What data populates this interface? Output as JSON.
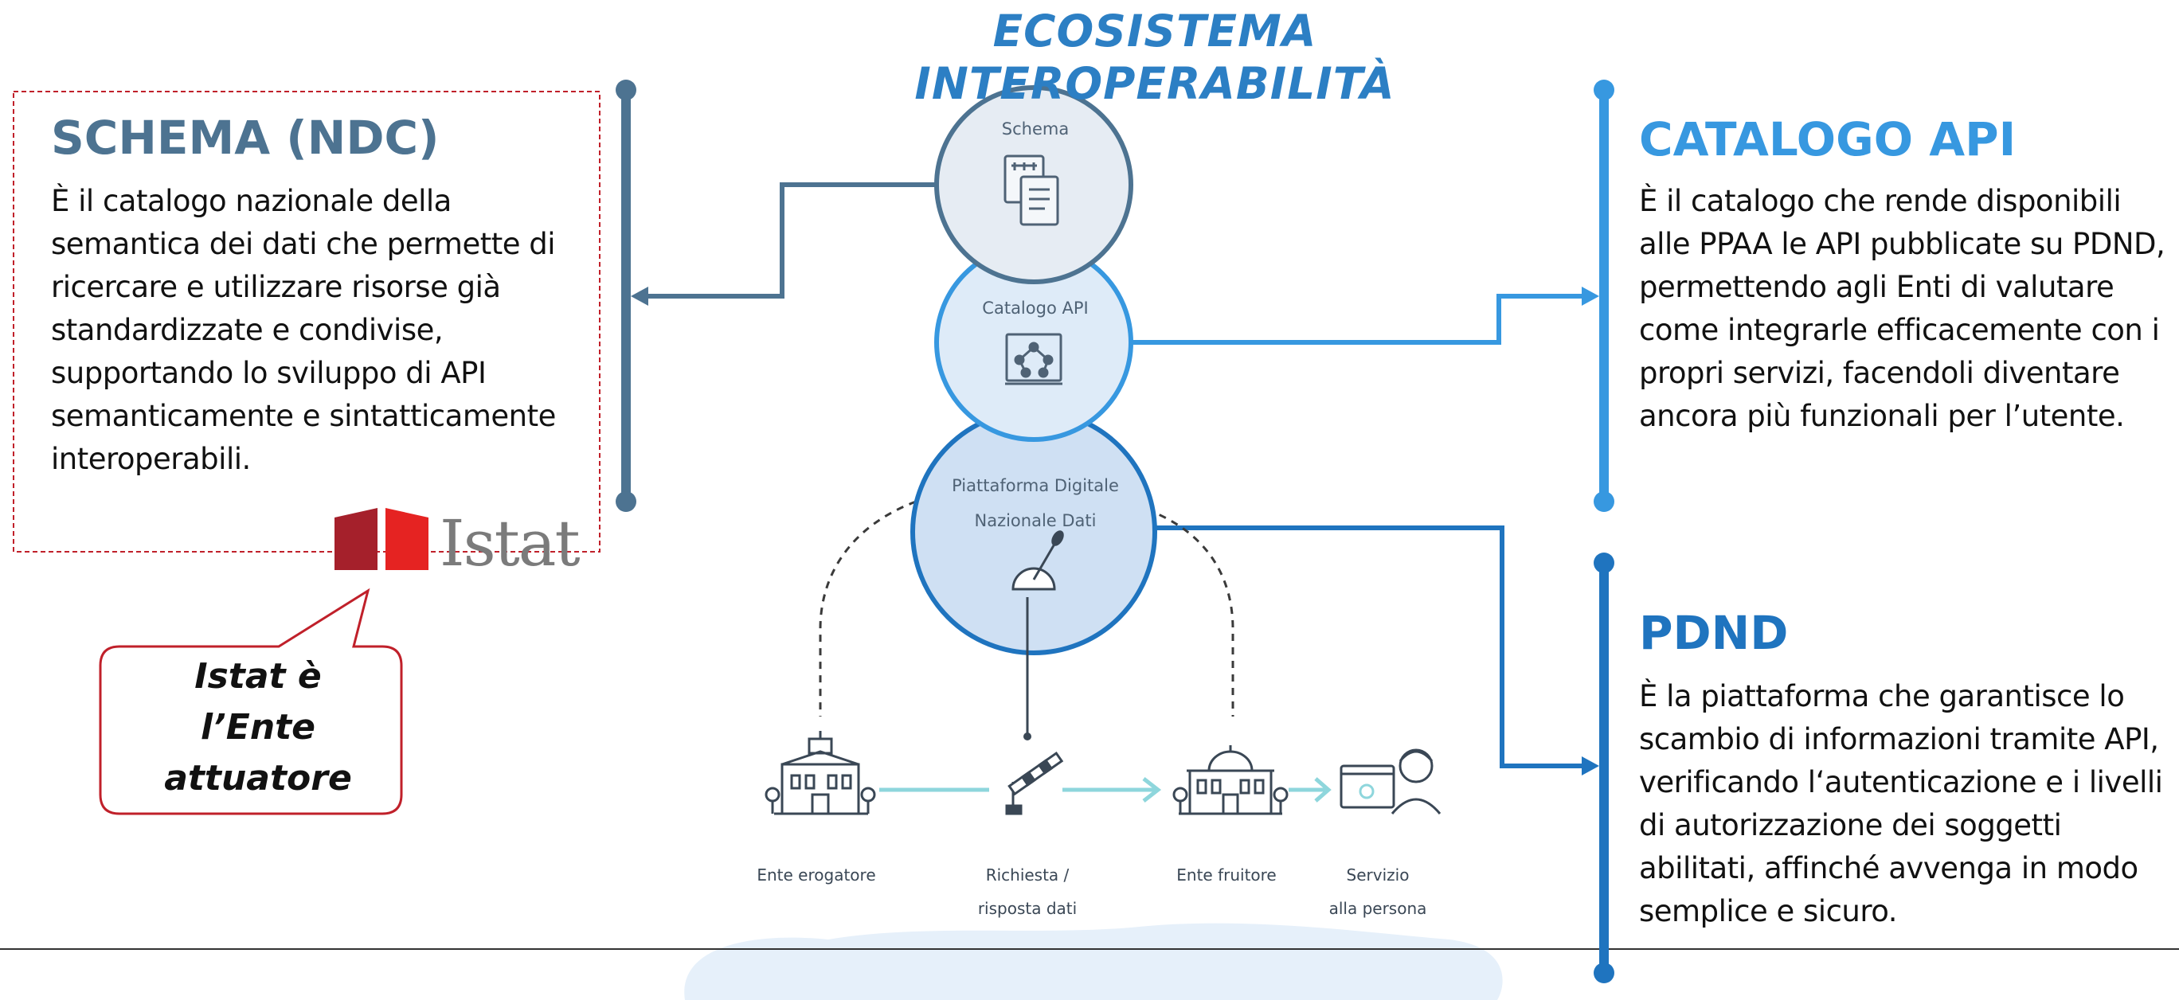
{
  "title": {
    "line1": "ECOSISTEMA",
    "line2": "INTEROPERABILITÀ"
  },
  "left_panel": {
    "heading": "SCHEMA (NDC)",
    "body": "È il catalogo nazionale della semantica dei dati che permette di ricercare e utilizzare risorse già standardizzate e condivise, supportando lo sviluppo di API semanticamente e sintatticamente interoperabili.",
    "logo_text": "Istat"
  },
  "callout": {
    "line1": "Istat è",
    "line2": "l’Ente",
    "line3": "attuatore"
  },
  "right_panel_top": {
    "heading": "CATALOGO API",
    "body": "È il catalogo che rende disponibili alle PPAA le API pubblicate su PDND, permettendo agli Enti di valutare come integrarle efficacemente con i propri servizi, facendoli diventare ancora più funzionali per l’utente."
  },
  "right_panel_bottom": {
    "heading": "PDND",
    "body": "È la piattaforma che garantisce lo scambio di informazioni tramite API, verificando l‘autenticazione e i livelli di autorizzazione dei soggetti abilitati, affinché avvenga in modo semplice e sicuro."
  },
  "diagram": {
    "circle_schema": "Schema",
    "circle_api": "Catalogo API",
    "circle_pdnd_line1": "Piattaforma Digitale",
    "circle_pdnd_line2": "Nazionale Dati",
    "label_erogatore": "Ente erogatore",
    "label_richiesta_line1": "Richiesta /",
    "label_richiesta_line2": "risposta dati",
    "label_fruitore": "Ente fruitore",
    "label_servizio_line1": "Servizio",
    "label_servizio_line2": "alla persona"
  },
  "colors": {
    "schema_blue": "#4d7391",
    "api_blue": "#3798e0",
    "pdnd_blue": "#1f74bf",
    "istat_red": "#c0202a",
    "callout_border": "#c0202a"
  }
}
